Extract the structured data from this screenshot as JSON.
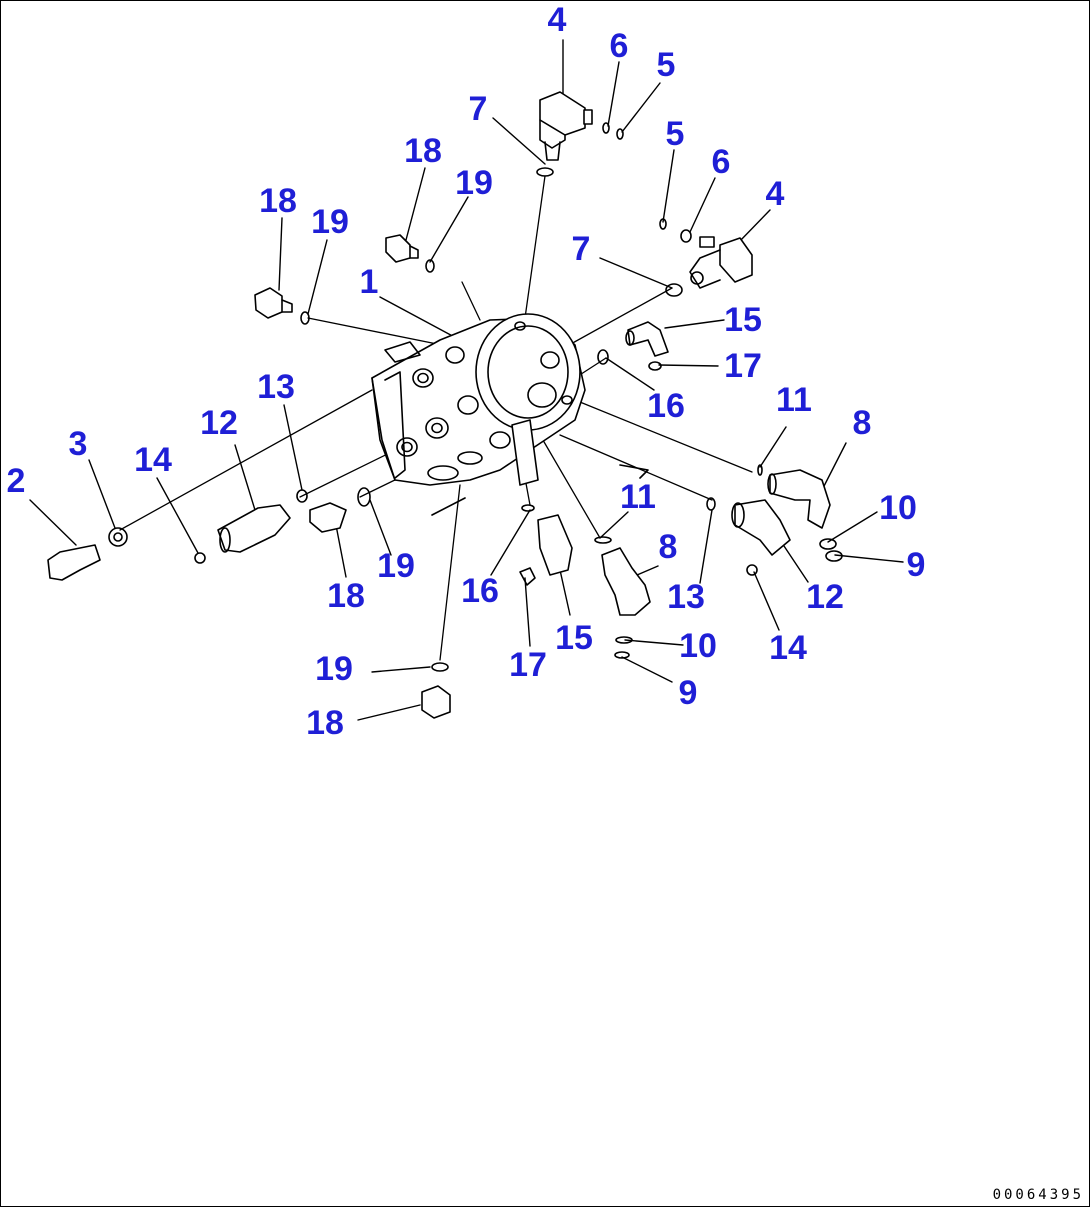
{
  "diagram": {
    "callouts": [
      {
        "label": "4"
      },
      {
        "label": "6"
      },
      {
        "label": "5"
      },
      {
        "label": "7"
      },
      {
        "label": "5"
      },
      {
        "label": "6"
      },
      {
        "label": "4"
      },
      {
        "label": "18"
      },
      {
        "label": "19"
      },
      {
        "label": "18"
      },
      {
        "label": "19"
      },
      {
        "label": "7"
      },
      {
        "label": "1"
      },
      {
        "label": "15"
      },
      {
        "label": "17"
      },
      {
        "label": "16"
      },
      {
        "label": "13"
      },
      {
        "label": "11"
      },
      {
        "label": "8"
      },
      {
        "label": "12"
      },
      {
        "label": "3"
      },
      {
        "label": "2"
      },
      {
        "label": "14"
      },
      {
        "label": "11"
      },
      {
        "label": "10"
      },
      {
        "label": "9"
      },
      {
        "label": "8"
      },
      {
        "label": "12"
      },
      {
        "label": "19"
      },
      {
        "label": "18"
      },
      {
        "label": "16"
      },
      {
        "label": "13"
      },
      {
        "label": "15"
      },
      {
        "label": "10"
      },
      {
        "label": "14"
      },
      {
        "label": "17"
      },
      {
        "label": "9"
      },
      {
        "label": "19"
      },
      {
        "label": "18"
      }
    ],
    "drawing_id": "00064395"
  },
  "colors": {
    "callout": "#1f1fd6",
    "line": "#000000",
    "background": "#ffffff"
  }
}
